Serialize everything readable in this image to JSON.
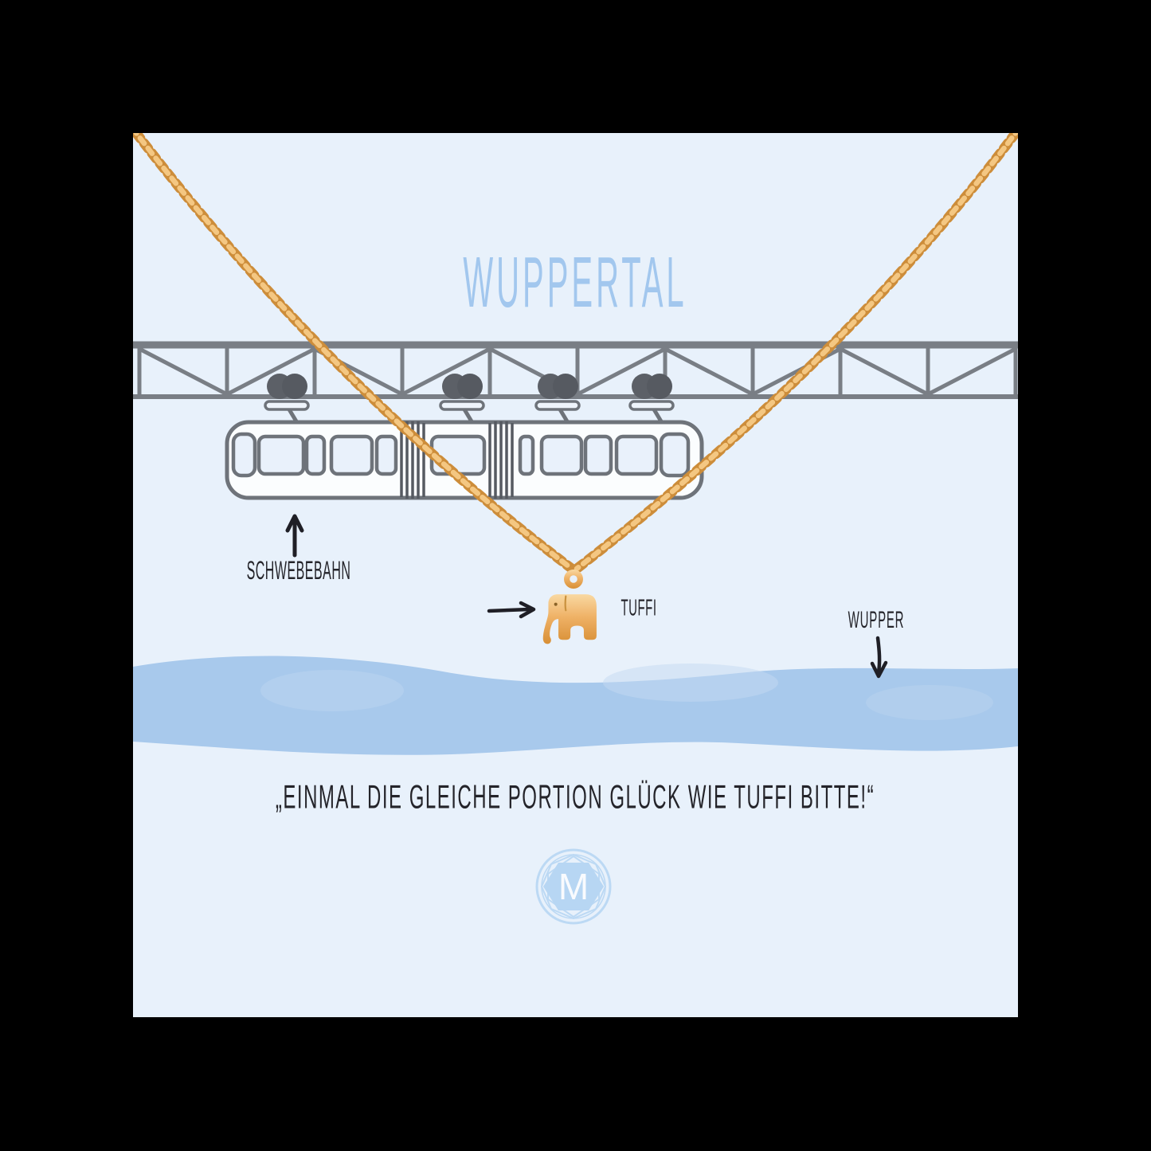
{
  "page": {
    "background_color": "#000000"
  },
  "card": {
    "background_color": "#e8f1fb",
    "title": "WUPPERTAL",
    "labels": {
      "schwebebahn": "SCHWEBEBAHN",
      "tuffi": "TUFFI",
      "wupper": "WUPPER"
    },
    "quote": "„EINMAL DIE GLEICHE PORTION GLÜCK WIE TUFFI BITTE!“",
    "logo": {
      "letter": "M"
    }
  },
  "colors": {
    "title_blue": "#a2c7ee",
    "text_dark": "#24242a",
    "illustration_gray": "#6e737a",
    "bogie_gray": "#5c6067",
    "river_blue": "#a8c9ec",
    "chain_gold": "#cd8d3a",
    "chain_gold_light": "#f4c782",
    "pendant_gold": "#efb267",
    "logo_blue": "#b7d6f3"
  }
}
